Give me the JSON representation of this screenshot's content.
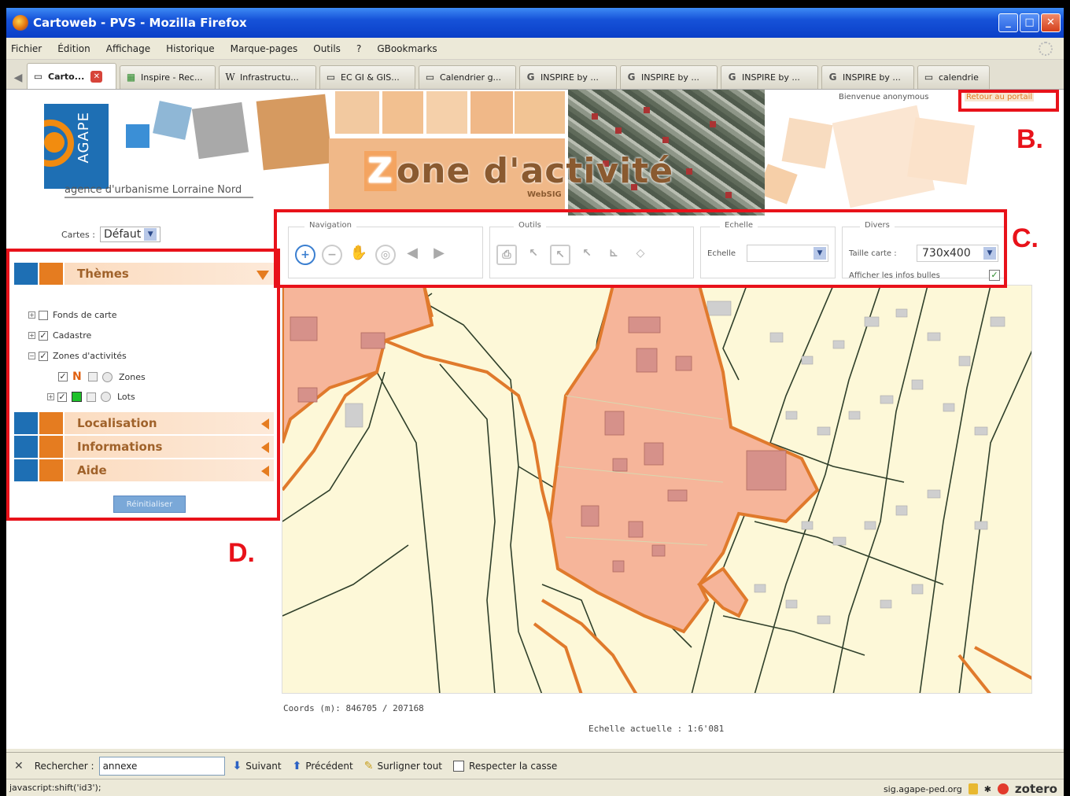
{
  "window": {
    "title": "Cartoweb - PVS - Mozilla Firefox"
  },
  "menu": [
    "Fichier",
    "Édition",
    "Affichage",
    "Historique",
    "Marque-pages",
    "Outils",
    "?",
    "GBookmarks"
  ],
  "tabs": [
    {
      "label": "Carto...",
      "icon": "page-icon",
      "active": true
    },
    {
      "label": "Inspire - Rec...",
      "icon": "google-icon"
    },
    {
      "label": "Infrastructu...",
      "icon": "wikipedia-icon"
    },
    {
      "label": "EC GI & GIS...",
      "icon": "page-icon"
    },
    {
      "label": "Calendrier g...",
      "icon": "page-icon"
    },
    {
      "label": "INSPIRE by ...",
      "icon": "google-g-icon"
    },
    {
      "label": "INSPIRE by ...",
      "icon": "google-g-icon"
    },
    {
      "label": "INSPIRE by ...",
      "icon": "google-g-icon"
    },
    {
      "label": "INSPIRE by ...",
      "icon": "google-g-icon"
    },
    {
      "label": "calendrie",
      "icon": "page-icon"
    }
  ],
  "banner": {
    "logo_word": "AGAPE",
    "org": "agence d'urbanisme Lorraine Nord",
    "title_initial": "Z",
    "title_rest": "one d'activité",
    "subtitle": "WebSIG",
    "welcome": "Bienvenue anonymous",
    "portal_link": "Retour au portail"
  },
  "cartes": {
    "label": "Cartes :",
    "value": "Défaut"
  },
  "panels": {
    "themes": "Thèmes",
    "localisation": "Localisation",
    "informations": "Informations",
    "aide": "Aide"
  },
  "layers": [
    {
      "label": "Fonds de carte",
      "checked": false
    },
    {
      "label": "Cadastre",
      "checked": true
    },
    {
      "label": "Zones d'activités",
      "checked": true
    },
    {
      "label": "Zones",
      "checked": true
    },
    {
      "label": "Lots",
      "checked": true
    }
  ],
  "reset_label": "Réinitialiser",
  "toolbar": {
    "navigation": "Navigation",
    "outils": "Outils",
    "echelle": "Echelle",
    "echelle_label": "Echelle",
    "divers": "Divers",
    "taille_label": "Taille carte :",
    "taille_value": "730x400",
    "bulles_label": "Afficher les infos bulles"
  },
  "map": {
    "coords": "Coords (m): 846705 / 207168",
    "scale": "Echelle actuelle : 1:6'081"
  },
  "annotations": {
    "b": "B.",
    "c": "C.",
    "d": "D."
  },
  "findbar": {
    "label": "Rechercher :",
    "value": "annexe",
    "next": "Suivant",
    "prev": "Précédent",
    "highlight": "Surligner tout",
    "match_case": "Respecter la casse"
  },
  "status": {
    "left": "javascript:shift('id3');",
    "host": "sig.agape-ped.org",
    "zotero": "zotero"
  },
  "colors": {
    "accent_orange": "#e57c20",
    "accent_blue": "#1e6fb4",
    "annotation_red": "#e8121a",
    "zone_fill": "#f6b59a",
    "zone_stroke": "#e07a2c"
  }
}
